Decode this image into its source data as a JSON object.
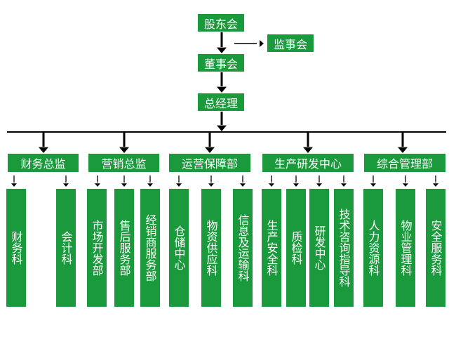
{
  "top": {
    "shareholders": "股东会",
    "supervisors": "监事会",
    "board": "董事会",
    "gm": "总经理"
  },
  "departments": [
    {
      "label": "财务总监",
      "units": [
        "财务科",
        "会计科"
      ]
    },
    {
      "label": "营销总监",
      "units": [
        "市场开发部",
        "售后服务部",
        "经销商服务部"
      ]
    },
    {
      "label": "运营保障部",
      "units": [
        "仓储中心",
        "物资供应科",
        "信息及运输科"
      ]
    },
    {
      "label": "生产研发中心",
      "units": [
        "生产安全科",
        "质检科",
        "研发中心",
        "技术咨询指导科"
      ]
    },
    {
      "label": "综合管理部",
      "units": [
        "人力资源科",
        "物业管理科",
        "安全服务科"
      ]
    }
  ],
  "colors": {
    "box": "#1a9a3c",
    "text": "#ffffff",
    "line": "#000000"
  }
}
